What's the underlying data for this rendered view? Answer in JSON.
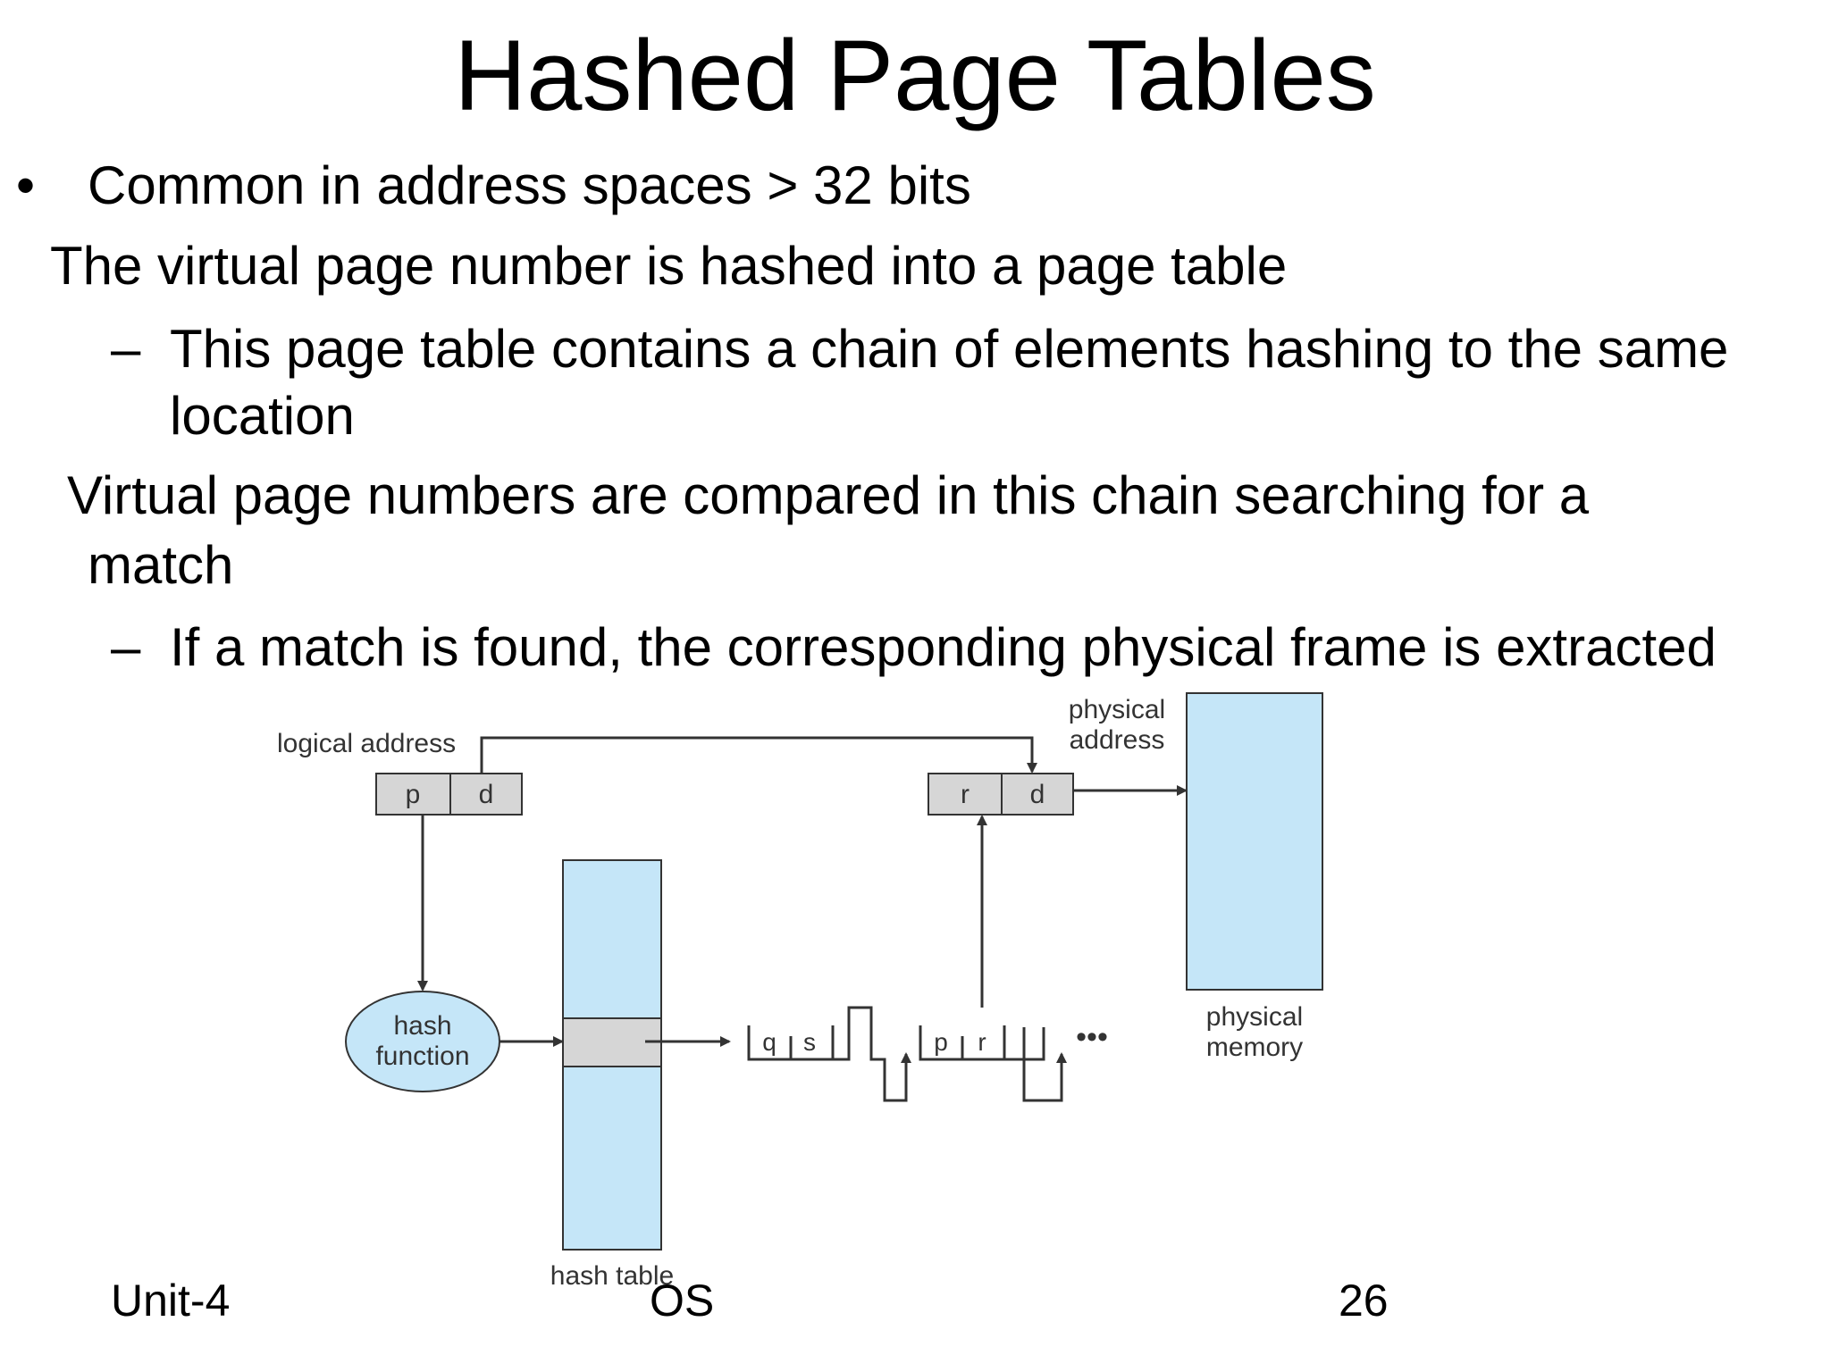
{
  "title": "Hashed Page Tables",
  "bullets": {
    "b1": "Common in address spaces > 32 bits",
    "b2": "The virtual page number is hashed into a page table",
    "b3_line1": "This page table contains a chain of elements hashing to the same",
    "b3_line2": "location",
    "b4_line1": "Virtual page numbers are compared in this chain searching for a",
    "b4_line2": "match",
    "b5": "If a match is found, the corresponding physical frame is extracted",
    "bullet_glyph": "•",
    "dash_glyph": "–"
  },
  "diagram": {
    "logical_address_label": "logical address",
    "physical_address_label_line1": "physical",
    "physical_address_label_line2": "address",
    "p": "p",
    "d": "d",
    "r": "r",
    "d2": "d",
    "hash_function_line1": "hash",
    "hash_function_line2": "function",
    "hash_table_label": "hash table",
    "chain_q": "q",
    "chain_s": "s",
    "chain_p": "p",
    "chain_r": "r",
    "ellipsis": "•••",
    "physical_memory_line1": "physical",
    "physical_memory_line2": "memory",
    "colors": {
      "light_blue": "#c5e6f8",
      "gray_cell": "#d6d6d6",
      "stroke": "#333333"
    }
  },
  "footer": {
    "unit": "Unit-4",
    "course": "OS",
    "page": "26"
  }
}
